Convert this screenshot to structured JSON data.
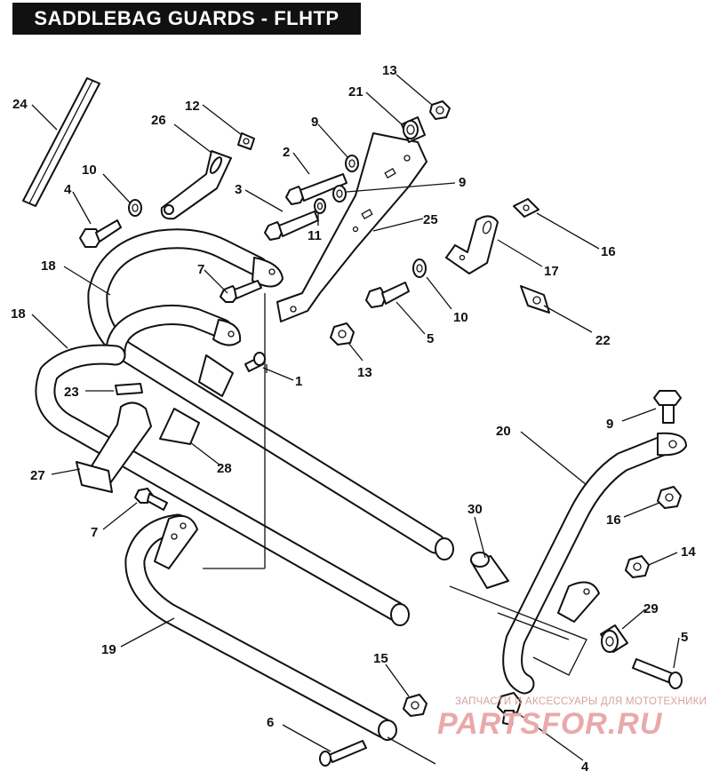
{
  "title": "SADDLEBAG GUARDS - FLHTP",
  "callouts": [
    {
      "id": "c24",
      "label": "24"
    },
    {
      "id": "c26",
      "label": "26"
    },
    {
      "id": "c12",
      "label": "12"
    },
    {
      "id": "c21",
      "label": "21"
    },
    {
      "id": "c13a",
      "label": "13"
    },
    {
      "id": "c9a",
      "label": "9"
    },
    {
      "id": "c2",
      "label": "2"
    },
    {
      "id": "c10a",
      "label": "10"
    },
    {
      "id": "c4a",
      "label": "4"
    },
    {
      "id": "c3",
      "label": "3"
    },
    {
      "id": "c9b",
      "label": "9"
    },
    {
      "id": "c11",
      "label": "11"
    },
    {
      "id": "c25",
      "label": "25"
    },
    {
      "id": "c16a",
      "label": "16"
    },
    {
      "id": "c17",
      "label": "17"
    },
    {
      "id": "c18a",
      "label": "18"
    },
    {
      "id": "c7a",
      "label": "7"
    },
    {
      "id": "c18b",
      "label": "18"
    },
    {
      "id": "c10b",
      "label": "10"
    },
    {
      "id": "c5a",
      "label": "5"
    },
    {
      "id": "c22",
      "label": "22"
    },
    {
      "id": "c13b",
      "label": "13"
    },
    {
      "id": "c1",
      "label": "1"
    },
    {
      "id": "c23",
      "label": "23"
    },
    {
      "id": "c9c",
      "label": "9"
    },
    {
      "id": "c20",
      "label": "20"
    },
    {
      "id": "c28",
      "label": "28"
    },
    {
      "id": "c27",
      "label": "27"
    },
    {
      "id": "c16b",
      "label": "16"
    },
    {
      "id": "c7b",
      "label": "7"
    },
    {
      "id": "c30",
      "label": "30"
    },
    {
      "id": "c14",
      "label": "14"
    },
    {
      "id": "c29",
      "label": "29"
    },
    {
      "id": "c19",
      "label": "19"
    },
    {
      "id": "c5b",
      "label": "5"
    },
    {
      "id": "c15",
      "label": "15"
    },
    {
      "id": "c6",
      "label": "6"
    },
    {
      "id": "c4b",
      "label": "4"
    }
  ],
  "watermark": {
    "caption": "ЗАПЧАСТИ И АКСЕССУАРЫ ДЛЯ МОТОТЕХНИКИ",
    "logo": "PARTSFOR.RU"
  },
  "colors": {
    "line": "#111111",
    "title_bg": "#111111",
    "title_fg": "#ffffff",
    "watermark": "#e9a9a9"
  }
}
